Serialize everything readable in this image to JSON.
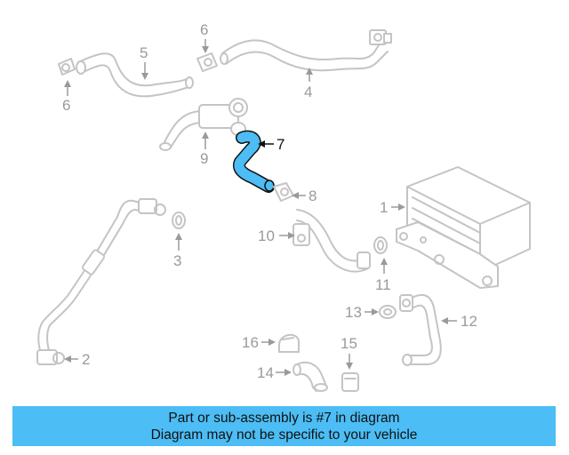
{
  "callouts": {
    "c1": "1",
    "c2": "2",
    "c3": "3",
    "c4": "4",
    "c5": "5",
    "c6a": "6",
    "c6b": "6",
    "c7": "7",
    "c8": "8",
    "c9": "9",
    "c10": "10",
    "c11": "11",
    "c12": "12",
    "c13": "13",
    "c14": "14",
    "c15": "15",
    "c16": "16"
  },
  "highlighted_part": "7",
  "colors": {
    "highlight": "#4cbdf5",
    "part_outline": "#c4c4c4",
    "label": "#9a9a9a"
  },
  "banner": {
    "line1": "Part or sub-assembly is #7 in diagram",
    "line2": "Diagram may not be specific to your vehicle"
  }
}
